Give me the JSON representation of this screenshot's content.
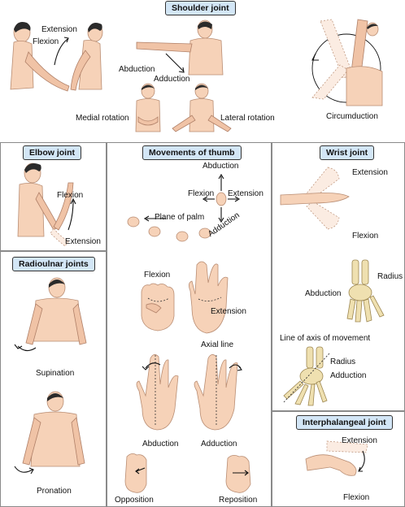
{
  "sections": {
    "shoulder": {
      "title": "Shoulder joint",
      "labels": {
        "extension": "Extension",
        "flexion": "Flexion",
        "abduction": "Abduction",
        "adduction": "Adduction",
        "medial_rotation": "Medial rotation",
        "lateral_rotation": "Lateral rotation",
        "circumduction": "Circumduction"
      }
    },
    "elbow": {
      "title": "Elbow joint",
      "labels": {
        "flexion": "Flexion",
        "extension": "Extension"
      }
    },
    "radioulnar": {
      "title": "Radioulnar joints",
      "labels": {
        "supination": "Supination",
        "pronation": "Pronation"
      }
    },
    "thumb": {
      "title": "Movements of thumb",
      "labels": {
        "abduction_top": "Abduction",
        "flexion_top": "Flexion",
        "extension_top": "Extension",
        "plane_of_palm": "Plane of palm",
        "adduction_top": "Adduction",
        "flexion_hand": "Flexion",
        "extension_hand": "Extension",
        "axial_line": "Axial line",
        "abduction_hand": "Abduction",
        "adduction_hand": "Adduction",
        "opposition": "Opposition",
        "reposition": "Reposition"
      }
    },
    "wrist": {
      "title": "Wrist joint",
      "labels": {
        "extension": "Extension",
        "flexion": "Flexion",
        "radius_1": "Radius",
        "abduction": "Abduction",
        "line_of_axis": "Line of axis of movement",
        "radius_2": "Radius",
        "adduction": "Adduction"
      }
    },
    "interphalangeal": {
      "title": "Interphalangeal joint",
      "labels": {
        "extension": "Extension",
        "flexion": "Flexion"
      }
    }
  }
}
